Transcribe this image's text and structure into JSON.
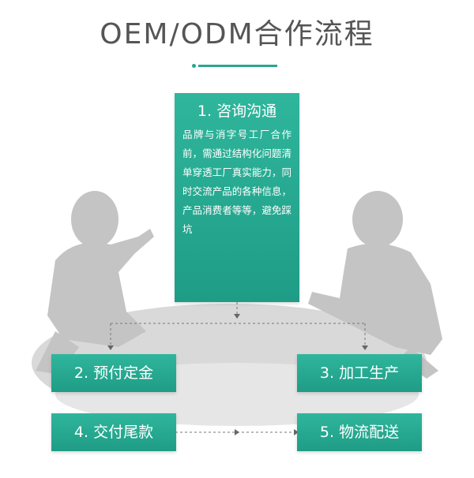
{
  "header": {
    "title": "OEM/ODM合作流程"
  },
  "colors": {
    "accent": "#2aa58e",
    "box_top": "#2fb69c",
    "box_bottom": "#1f9c86",
    "silhouette": "#c4c4c4"
  },
  "steps": [
    {
      "title": "1. 咨询沟通",
      "desc": "品牌与消字号工厂合作前，需通过结构化问题清单穿透工厂真实能力，同时交流产品的各种信息，产品消费者等等，避免踩坑"
    },
    {
      "title": "2. 预付定金"
    },
    {
      "title": "3. 加工生产"
    },
    {
      "title": "4. 交付尾款"
    },
    {
      "title": "5. 物流配送"
    }
  ]
}
